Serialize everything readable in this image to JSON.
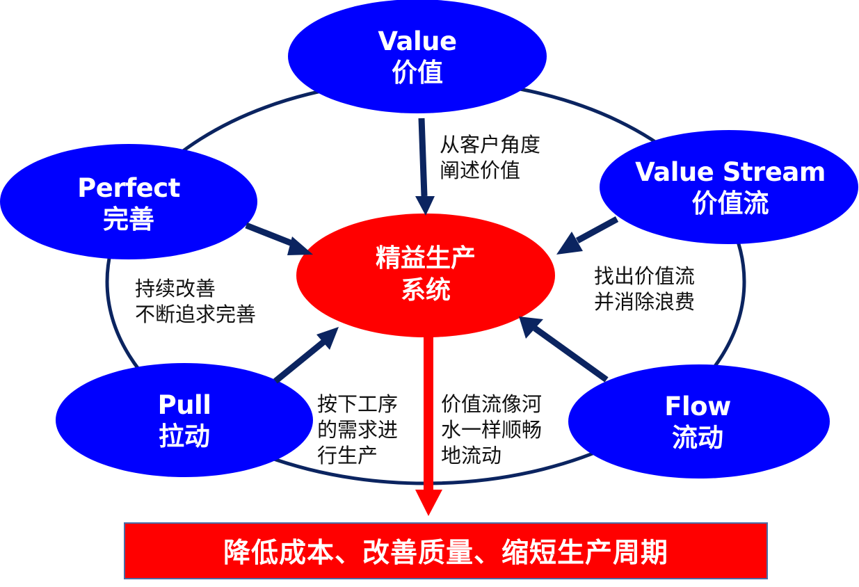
{
  "title": "精益生产五大原则",
  "colors": {
    "principle_fill": "#0000ff",
    "center_fill": "#ff0000",
    "ring_stroke": "#0b2460",
    "arrow_navy": "#0b2460",
    "arrow_red": "#ff0000",
    "result_fill": "#ff0000",
    "result_border": "#4a6da7",
    "node_text": "#ffffff",
    "note_text": "#111111"
  },
  "center": {
    "line1": "精益生产",
    "line2": "系统"
  },
  "principles": {
    "value": {
      "en": "Value",
      "zh": "价值"
    },
    "value_stream": {
      "en": "Value Stream",
      "zh": "价值流"
    },
    "flow": {
      "en": "Flow",
      "zh": "流动"
    },
    "pull": {
      "en": "Pull",
      "zh": "拉动"
    },
    "perfect": {
      "en": "Perfect",
      "zh": "完善"
    }
  },
  "notes": {
    "value": [
      "从客户角度",
      "阐述价值"
    ],
    "value_stream": [
      "找出价值流",
      "并消除浪费"
    ],
    "flow": [
      "价值流像河",
      "水一样顺畅",
      "地流动"
    ],
    "pull": [
      "按下工序",
      "的需求进",
      "行生产"
    ],
    "perfect": [
      "持续改善",
      "不断追求完善"
    ]
  },
  "result": {
    "label": "降低成本、改善质量、缩短生产周期"
  }
}
